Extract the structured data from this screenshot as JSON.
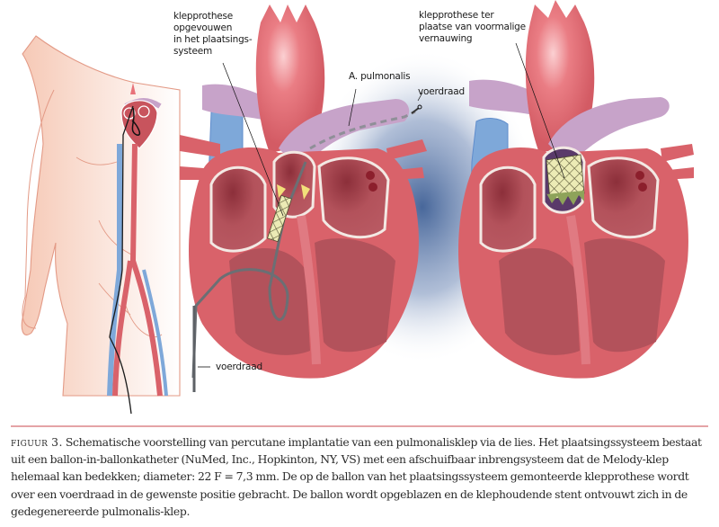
{
  "figure": {
    "panels": [
      {
        "id": "body-overview",
        "description": "human figure with catheter through femoral vein to heart"
      },
      {
        "id": "heart-delivery",
        "description": "heart cross-section with balloon catheter and folded valve prosthesis"
      },
      {
        "id": "heart-deployed",
        "description": "heart cross-section with expanded stent valve in pulmonary position"
      }
    ],
    "labels": {
      "folded_valve": "klepprothese\nopgevouwen\nin het plaatsings-\nsysteem",
      "pulmonary_artery": "A. pulmonalis",
      "guidewire_top": "voerdraad",
      "guidewire_bottom": "voerdraad",
      "valve_in_place": "klepprothese ter\nplaatse van voormalige\nvernauwing"
    },
    "colors": {
      "skin": "#f6c9b6",
      "skin_outline": "#e39a86",
      "heart_muscle": "#d9626a",
      "heart_inner": "#a8444e",
      "aorta": "#e8727a",
      "pulmonary": "#c7a3c9",
      "vena_cava": "#7ea8d9",
      "background_glow": "#3e5f95",
      "stent": "#e7e6a8",
      "divider": "#e4a3a6"
    }
  },
  "caption": {
    "figure_number": "figuur 3.",
    "text": " Schematische voorstelling van percutane implantatie van een pulmonalisklep via de lies. Het plaatsingssysteem bestaat uit een ballon-in-ballonkatheter (NuMed, Inc., Hopkinton, NY, VS) met een afschuifbaar inbrengsysteem dat de Melody-klep helemaal kan bedekken; diameter: 22 F = 7,3 mm. De op de ballon van het plaatsingssysteem gemonteerde klepprothese wordt over een voerdraad in de gewenste positie gebracht. De ballon wordt opgeblazen en de klephoudende stent ontvouwt zich in de gedegenereerde pulmonalis-klep."
  }
}
